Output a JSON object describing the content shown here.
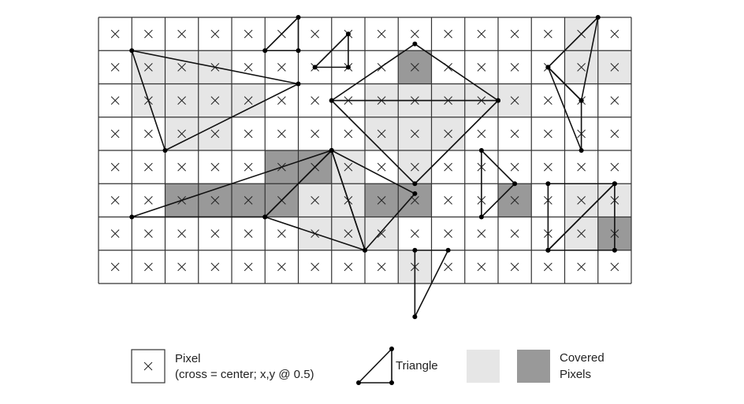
{
  "diagram": {
    "grid": {
      "columns": 16,
      "rows": 8
    },
    "cell_states": [
      "nnnnnnnnnnnnnnln",
      "nlllnnnnndnnnnll",
      "nllllnnnlllllnnn",
      "nnllnnnnlllnnnnn",
      "nnnnnddlnlnnnnnn",
      "nnddddllddnndnll",
      "nnnnnnlllnnnnnld",
      "nnnnnnnnnlnnnnnn"
    ],
    "triangles": [
      [
        [
          1.0,
          1.0
        ],
        [
          6.0,
          2.0
        ],
        [
          2.0,
          4.0
        ]
      ],
      [
        [
          5.0,
          1.0
        ],
        [
          6.0,
          0.0
        ],
        [
          6.0,
          1.0
        ]
      ],
      [
        [
          6.5,
          1.5
        ],
        [
          7.5,
          0.5
        ],
        [
          7.5,
          1.5
        ]
      ],
      [
        [
          7.0,
          2.5
        ],
        [
          9.5,
          0.8
        ],
        [
          12.0,
          2.5
        ]
      ],
      [
        [
          7.0,
          2.5
        ],
        [
          12.0,
          2.5
        ],
        [
          9.5,
          5.0
        ]
      ],
      [
        [
          1.0,
          6.0
        ],
        [
          7.0,
          4.0
        ],
        [
          5.0,
          6.0
        ]
      ],
      [
        [
          5.0,
          6.0
        ],
        [
          7.0,
          4.0
        ],
        [
          8.0,
          7.0
        ]
      ],
      [
        [
          7.0,
          4.0
        ],
        [
          9.5,
          5.3
        ],
        [
          8.0,
          7.0
        ]
      ],
      [
        [
          11.5,
          4.0
        ],
        [
          12.5,
          5.0
        ],
        [
          11.5,
          6.0
        ]
      ],
      [
        [
          15.0,
          0.0
        ],
        [
          13.5,
          1.5
        ],
        [
          14.5,
          2.5
        ]
      ],
      [
        [
          13.5,
          1.5
        ],
        [
          14.5,
          2.5
        ],
        [
          14.5,
          4.0
        ]
      ],
      [
        [
          13.5,
          5.0
        ],
        [
          15.5,
          5.0
        ],
        [
          13.5,
          7.0
        ]
      ],
      [
        [
          15.5,
          5.0
        ],
        [
          15.5,
          7.0
        ],
        [
          13.5,
          7.0
        ]
      ],
      [
        [
          9.5,
          7.0
        ],
        [
          10.5,
          7.0
        ],
        [
          9.5,
          9.0
        ]
      ]
    ],
    "colors": {
      "light_cover": "#e6e6e6",
      "dark_cover": "#999999",
      "grid": "#333333",
      "triangle": "#111111"
    }
  },
  "legend": {
    "pixel_title": "Pixel",
    "pixel_sub": "(cross = center; x,y @ 0.5)",
    "triangle_label": "Triangle",
    "covered_label_1": "Covered",
    "covered_label_2": "Pixels"
  }
}
